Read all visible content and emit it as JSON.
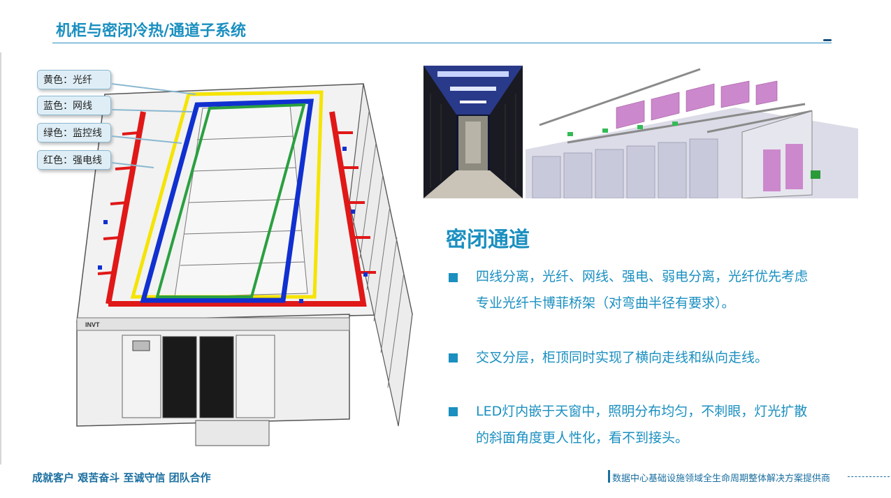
{
  "slide": {
    "title": "机柜与密闭冷热/通道子系统"
  },
  "cable_legend": [
    {
      "label": "黄色：光纤",
      "color": "#f5e400"
    },
    {
      "label": "蓝色：网线",
      "color": "#1030d0"
    },
    {
      "label": "绿色：监控线",
      "color": "#2aa040"
    },
    {
      "label": "红色：强电线",
      "color": "#e01818"
    }
  ],
  "rack_front": {
    "brand": "INVT"
  },
  "section": {
    "heading": "密闭通道",
    "bullets": [
      {
        "line1": "四线分离，光纤、网线、强电、弱电分离，光纤优先考虑",
        "line2": "专业光纤卡博菲桥架（对弯曲半径有要求）。"
      },
      {
        "line1": "交叉分层，柜顶同时实现了横向走线和纵向走线。",
        "line2": ""
      },
      {
        "line1": "LED灯内嵌于天窗中，照明分布均匀，不刺眼，灯光扩散",
        "line2": "的斜面角度更人性化，看不到接头。"
      }
    ]
  },
  "footer": {
    "slogan": "成就客户 艰苦奋斗 至诚守信 团队合作",
    "tagline": "数据中心基础设施领域全生命周期整体解决方案提供商"
  },
  "colors": {
    "accent": "#1a8fc0",
    "footer": "#1a6fa0"
  }
}
